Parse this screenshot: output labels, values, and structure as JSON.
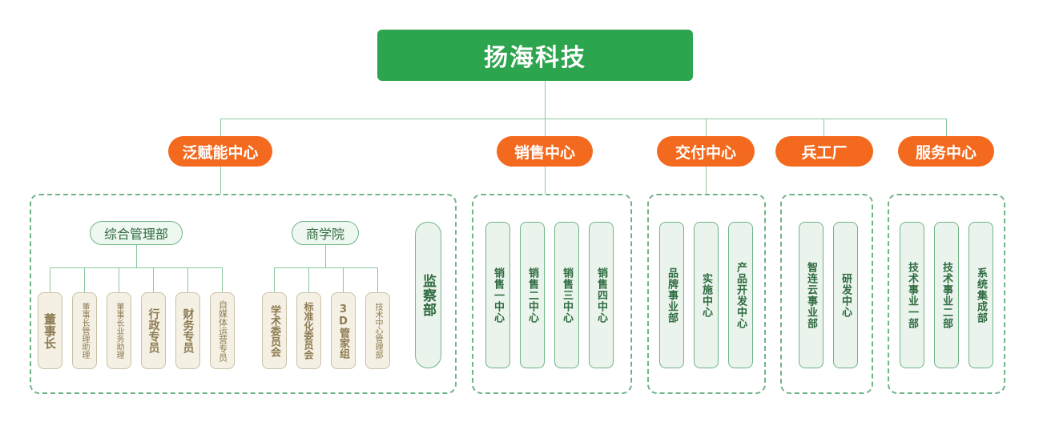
{
  "root": "扬海科技",
  "centers": [
    "泛赋能中心",
    "销售中心",
    "交付中心",
    "兵工厂",
    "服务中心"
  ],
  "fanfuneng": {
    "groups": [
      {
        "label": "综合管理部",
        "children": [
          "董事长",
          "董事长管理助理",
          "董事长业务助理",
          "行政专员",
          "财务专员",
          "自媒体运营专员"
        ]
      },
      {
        "label": "商学院",
        "children": [
          "学术委员会",
          "标准化委员会",
          "3D管家组",
          "技术中心管理部"
        ]
      }
    ],
    "standalone": "监察部"
  },
  "sales": [
    "销售一中心",
    "销售二中心",
    "销售三中心",
    "销售四中心"
  ],
  "delivery": [
    "品牌事业部",
    "实施中心",
    "产品开发中心"
  ],
  "arsenal": [
    "智连云事业部",
    "研发中心"
  ],
  "service": [
    "技术事业一部",
    "技术事业二部",
    "系统集成部"
  ],
  "colors": {
    "root": "#2da44e",
    "center": "#f36a1f",
    "line": "#8cc79d",
    "box_border": "#6fb487",
    "beige_text": "#8d7b52"
  }
}
